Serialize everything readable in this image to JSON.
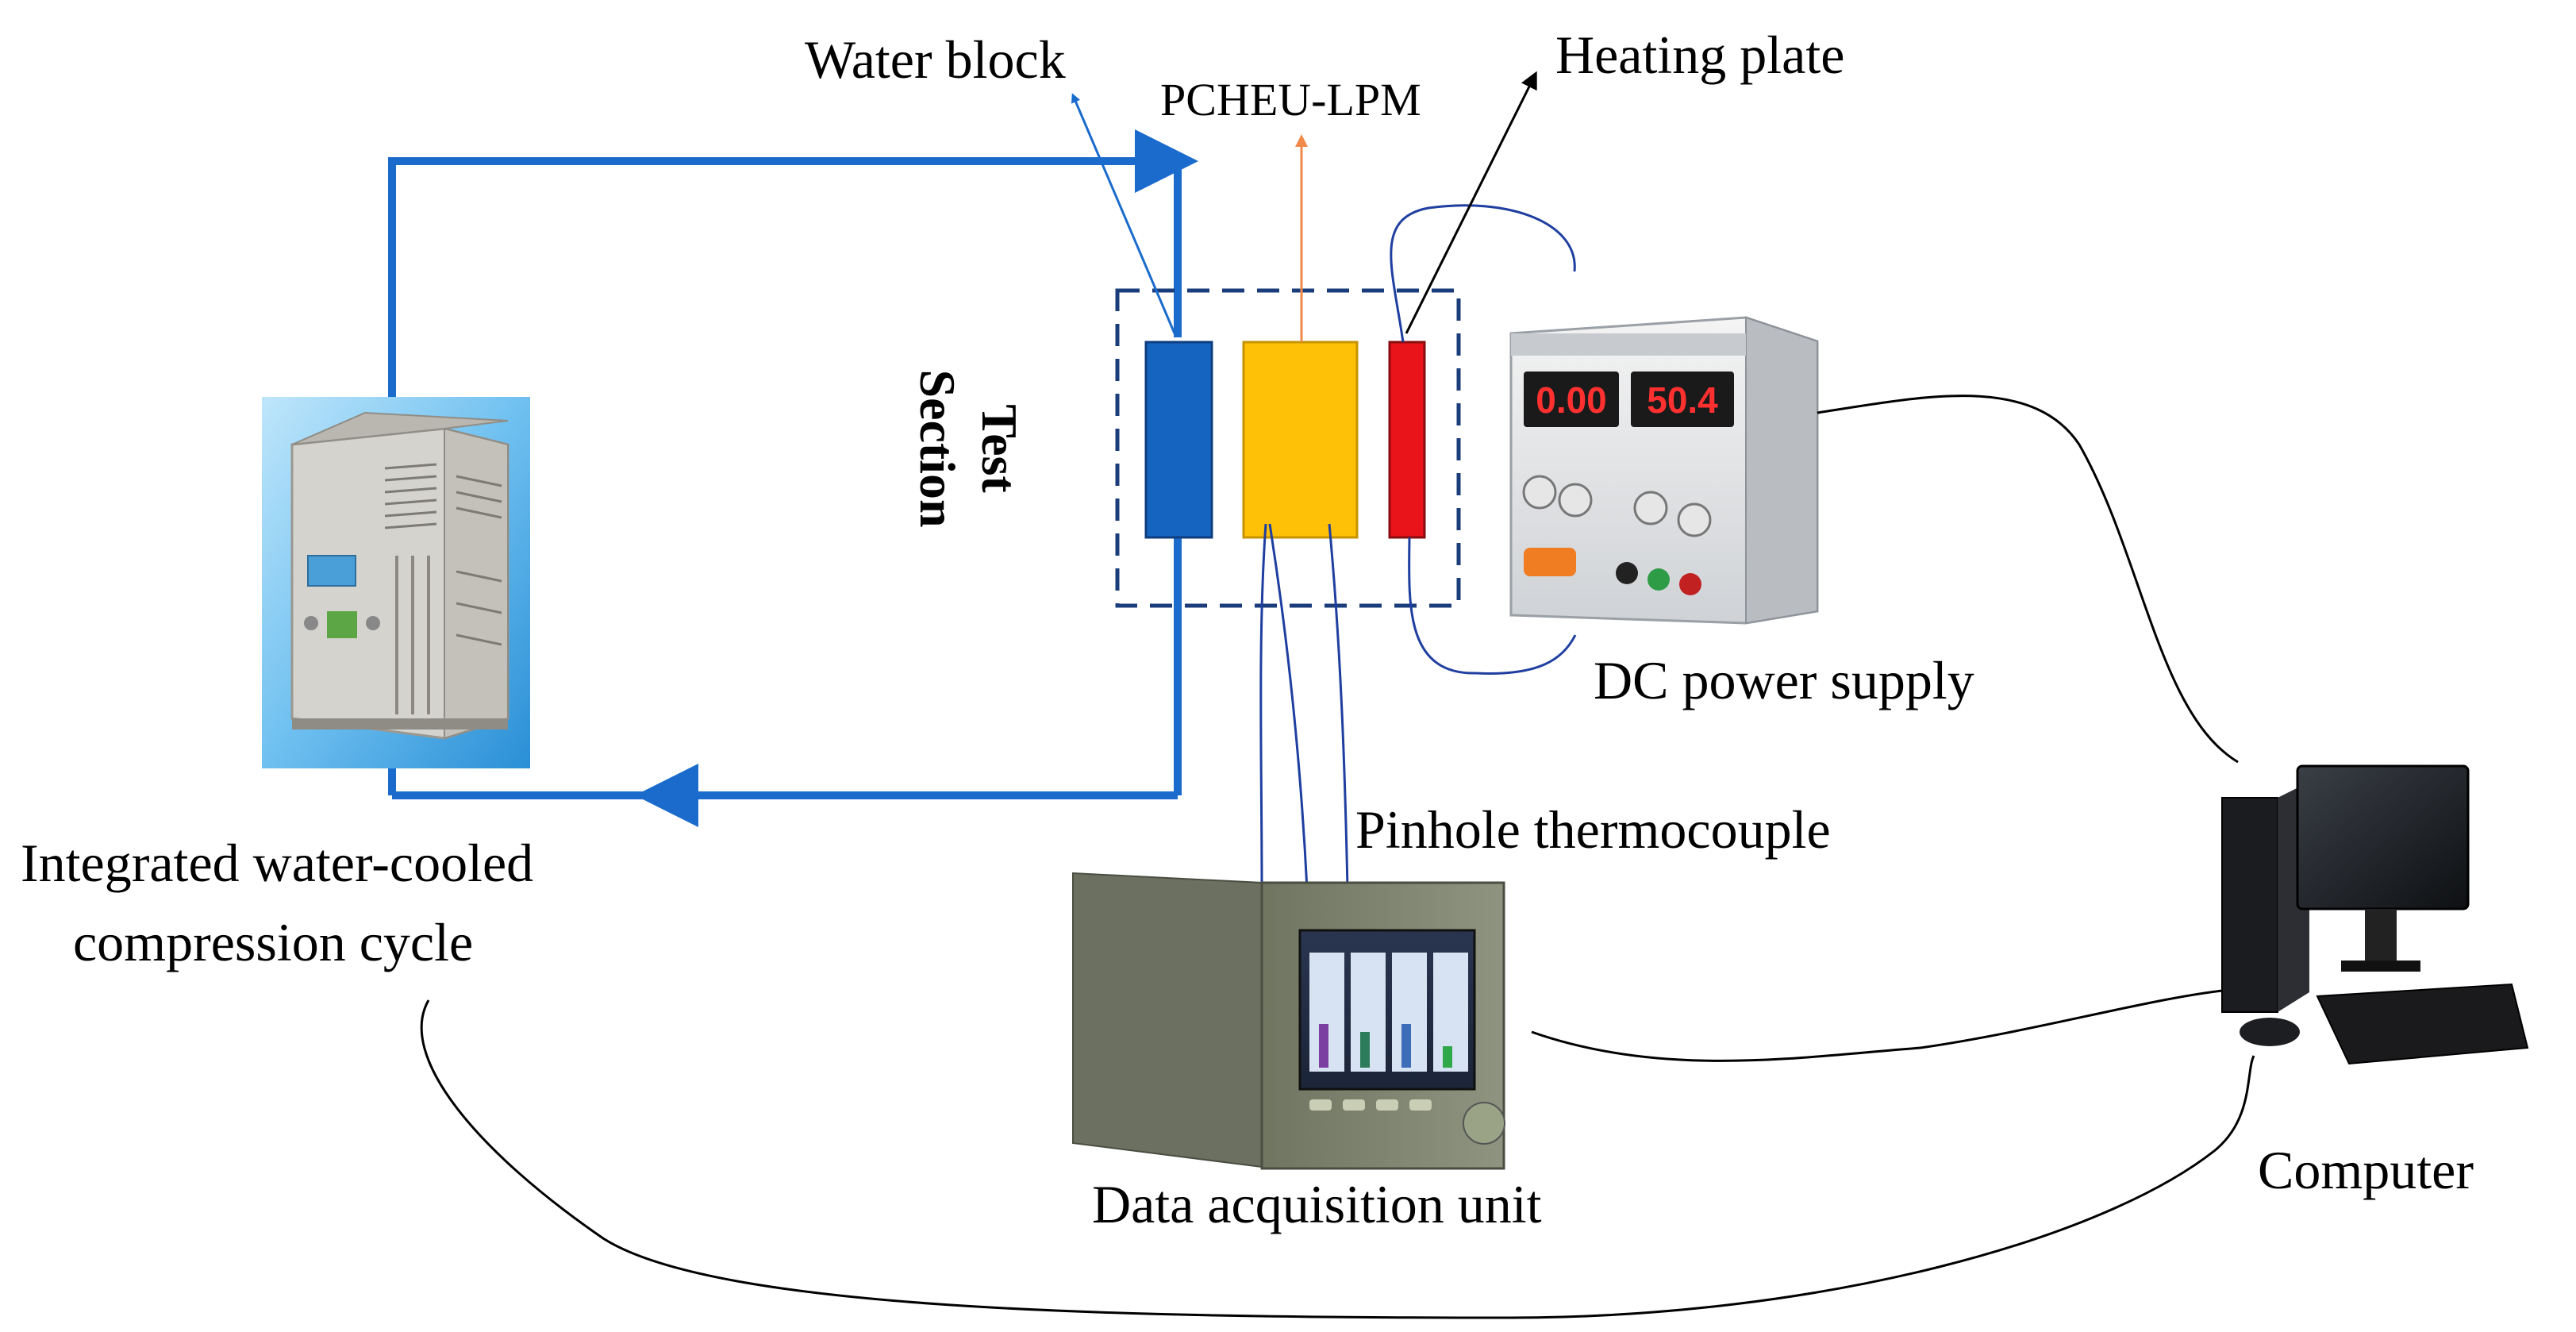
{
  "labels": {
    "water_block": "Water block",
    "pcheu_lpm": "PCHEU-LPM",
    "heating_plate": "Heating plate",
    "test_section_line1": "Test",
    "test_section_line2": "Section",
    "dc_power_supply": "DC power supply",
    "pinhole_thermocouple": "Pinhole thermocouple",
    "chiller_line1": "Integrated water-cooled",
    "chiller_line2": "compression cycle",
    "data_acquisition_unit": "Data acquisition unit",
    "computer": "Computer"
  },
  "devices": {
    "psu_display_left": "0.00",
    "psu_display_right": "50.4"
  },
  "colors": {
    "pipe_blue": "#1a6bcc",
    "water_block": "#1565c0",
    "pcheu": "#ffc107",
    "heating_plate": "#e8141a",
    "pcheu_arrow": "#f08a4b",
    "box_dash": "#1a3c7a",
    "wire_blue": "#1f3fa0"
  }
}
